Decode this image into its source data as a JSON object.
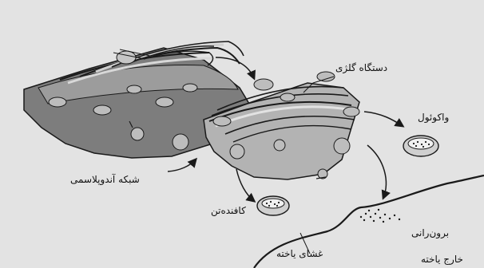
{
  "labels": {
    "golgi": "دستگاه گلژی",
    "vacuole": "واکوئول",
    "er": "شبکه آندوپلاسمی",
    "lysosome": "کافنده‌تن",
    "exocytosis": "برون‌رانی",
    "membrane": "غشای یاخته",
    "outside": "خارج یاخته"
  },
  "colors": {
    "background": "#e3e3e3",
    "er_body": "#7d7d7d",
    "er_cisterna": "#a9a9a9",
    "golgi_body": "#b3b3b3",
    "golgi_cisterna": "#d6d6d6",
    "vesicle": "#bdbdbd",
    "outline": "#1a1a1a"
  }
}
